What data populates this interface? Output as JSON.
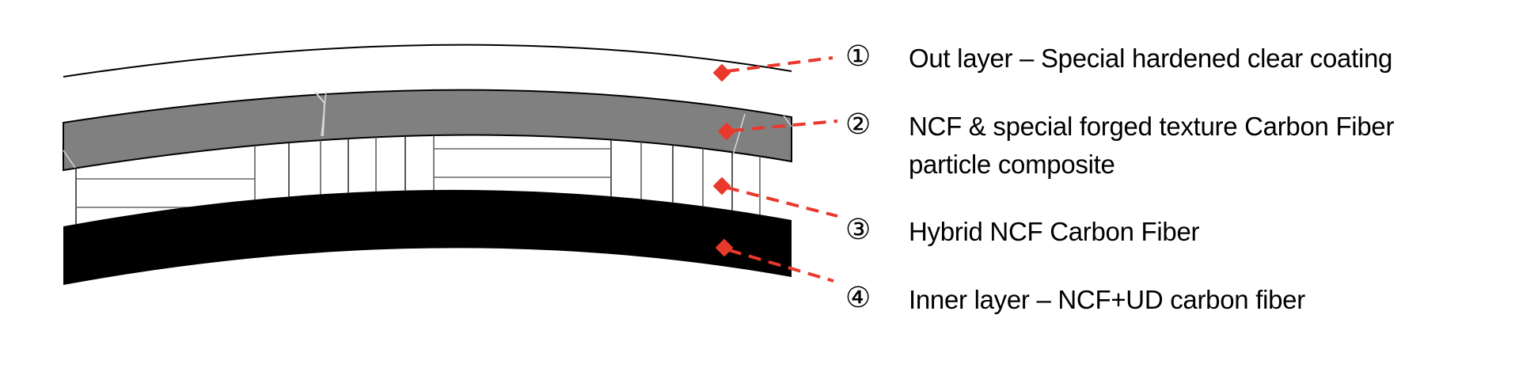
{
  "diagram": {
    "type": "cross-section",
    "subject": "layered carbon fiber structure",
    "colors": {
      "callout": "#e8392c",
      "outer_layer_fill": "#ffffff",
      "forged_layer_fill": "#808080",
      "hybrid_layer_fill": "#ffffff",
      "inner_layer_fill": "#000000",
      "outline": "#000000"
    },
    "layers": [
      {
        "marker": "①",
        "label": "Out layer – Special hardened clear coating"
      },
      {
        "marker": "②",
        "label": "NCF & special forged texture Carbon Fiber particle composite",
        "label_line1": "NCF & special forged texture Carbon Fiber",
        "label_line2": "particle composite"
      },
      {
        "marker": "③",
        "label": "Hybrid NCF Carbon Fiber"
      },
      {
        "marker": "④",
        "label": "Inner layer – NCF+UD carbon fiber"
      }
    ]
  }
}
